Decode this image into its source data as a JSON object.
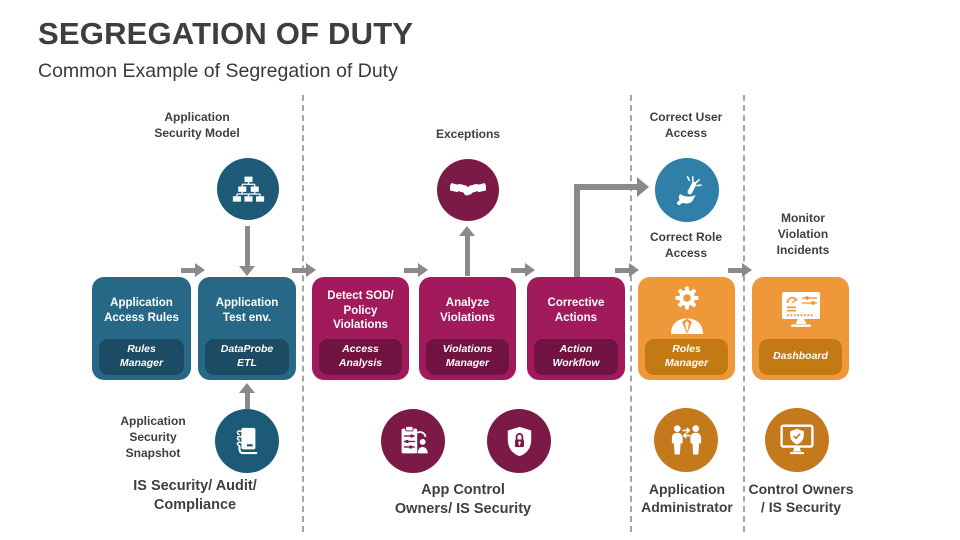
{
  "slide": {
    "title": "SEGREGATION OF DUTY",
    "subtitle": "Common Example of Segregation of Duty"
  },
  "colors": {
    "dark_blue_circle": "#1d5a78",
    "teal_box": "#266885",
    "teal_footer": "#1c4b63",
    "magenta_box": "#a11a5b",
    "magenta_footer": "#701341",
    "maroon_circle": "#7c1a47",
    "light_blue_circle": "#2f7fa9",
    "orange_box": "#ef9839",
    "orange_footer": "#c47a12",
    "orange_circle": "#c47a1c",
    "arrow_gray": "#8a8a8a",
    "dashed_line_gray": "#a6a6a6",
    "text_dark": "#3f3f3f"
  },
  "top_row": {
    "app_security_model": {
      "label": "Application\nSecurity Model",
      "icon": "org-chart-icon"
    },
    "exceptions": {
      "label": "Exceptions",
      "icon": "handshake-icon"
    },
    "correct_user_access": {
      "label": "Correct User\nAccess",
      "icon": "click-hand-icon"
    },
    "correct_role_access": {
      "label": "Correct Role\nAccess"
    },
    "monitor_violation_incidents": {
      "label": "Monitor\nViolation\nIncidents"
    }
  },
  "process_boxes": [
    {
      "title": "Application\nAccess Rules",
      "footer": "Rules\nManager"
    },
    {
      "title": "Application\nTest env.",
      "footer": "DataProbe\nETL"
    },
    {
      "title": "Detect SOD/\nPolicy\nViolations",
      "footer": "Access\nAnalysis"
    },
    {
      "title": "Analyze\nViolations",
      "footer": "Violations\nManager"
    },
    {
      "title": "Corrective\nActions",
      "footer": "Action\nWorkflow"
    },
    {
      "title": "",
      "footer": "Roles\nManager",
      "icon": "gear-person-icon"
    },
    {
      "title": "",
      "footer": "Dashboard",
      "icon": "dashboard-monitor-icon"
    }
  ],
  "bottom_row": {
    "app_security_snapshot": {
      "label": "Application\nSecurity\nSnapshot",
      "icon": "notebook-icon"
    },
    "is_security_audit_compliance": {
      "label": "IS Security/ Audit/\nCompliance"
    },
    "app_control_owners": {
      "label": "App Control\nOwners/ IS Security",
      "icons": [
        "clipboard-checklist-icon",
        "shield-lock-icon"
      ]
    },
    "application_administrator": {
      "label": "Application\nAdministrator",
      "icon": "people-exchange-icon"
    },
    "control_owners_is_security": {
      "label": "Control Owners\n/ IS Security",
      "icon": "monitor-shield-icon"
    }
  }
}
